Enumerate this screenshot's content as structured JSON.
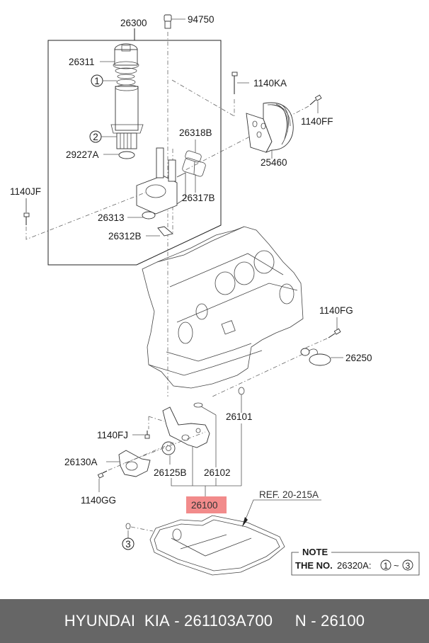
{
  "diagram": {
    "labels": {
      "p26300": "26300",
      "p94750": "94750",
      "p26311": "26311",
      "p1140KA": "1140KA",
      "p1140FF": "1140FF",
      "p26318B": "26318B",
      "p25460": "25460",
      "p29227A": "29227A",
      "p26317B": "26317B",
      "p1140JF": "1140JF",
      "p26313": "26313",
      "p26312B": "26312B",
      "p1140FG": "1140FG",
      "p26250": "26250",
      "p26101": "26101",
      "p1140FJ": "1140FJ",
      "p26130A": "26130A",
      "p26125B": "26125B",
      "p26102": "26102",
      "p1140GG": "1140GG",
      "p26100": "26100",
      "ref": "REF. 20-215A"
    },
    "callouts": {
      "c1": "1",
      "c2": "2",
      "c3": "3"
    },
    "highlight_color": "#f28b8b",
    "note": {
      "title": "NOTE",
      "prefix": "THE NO.",
      "part": "26320A:",
      "from": "1",
      "sep": "~",
      "to": "3"
    }
  },
  "footer": {
    "brand": "HYUNDAI  KIA",
    "part_number": "261103A700",
    "oem_label": "N",
    "oem_number": "26100",
    "dash": "-"
  }
}
